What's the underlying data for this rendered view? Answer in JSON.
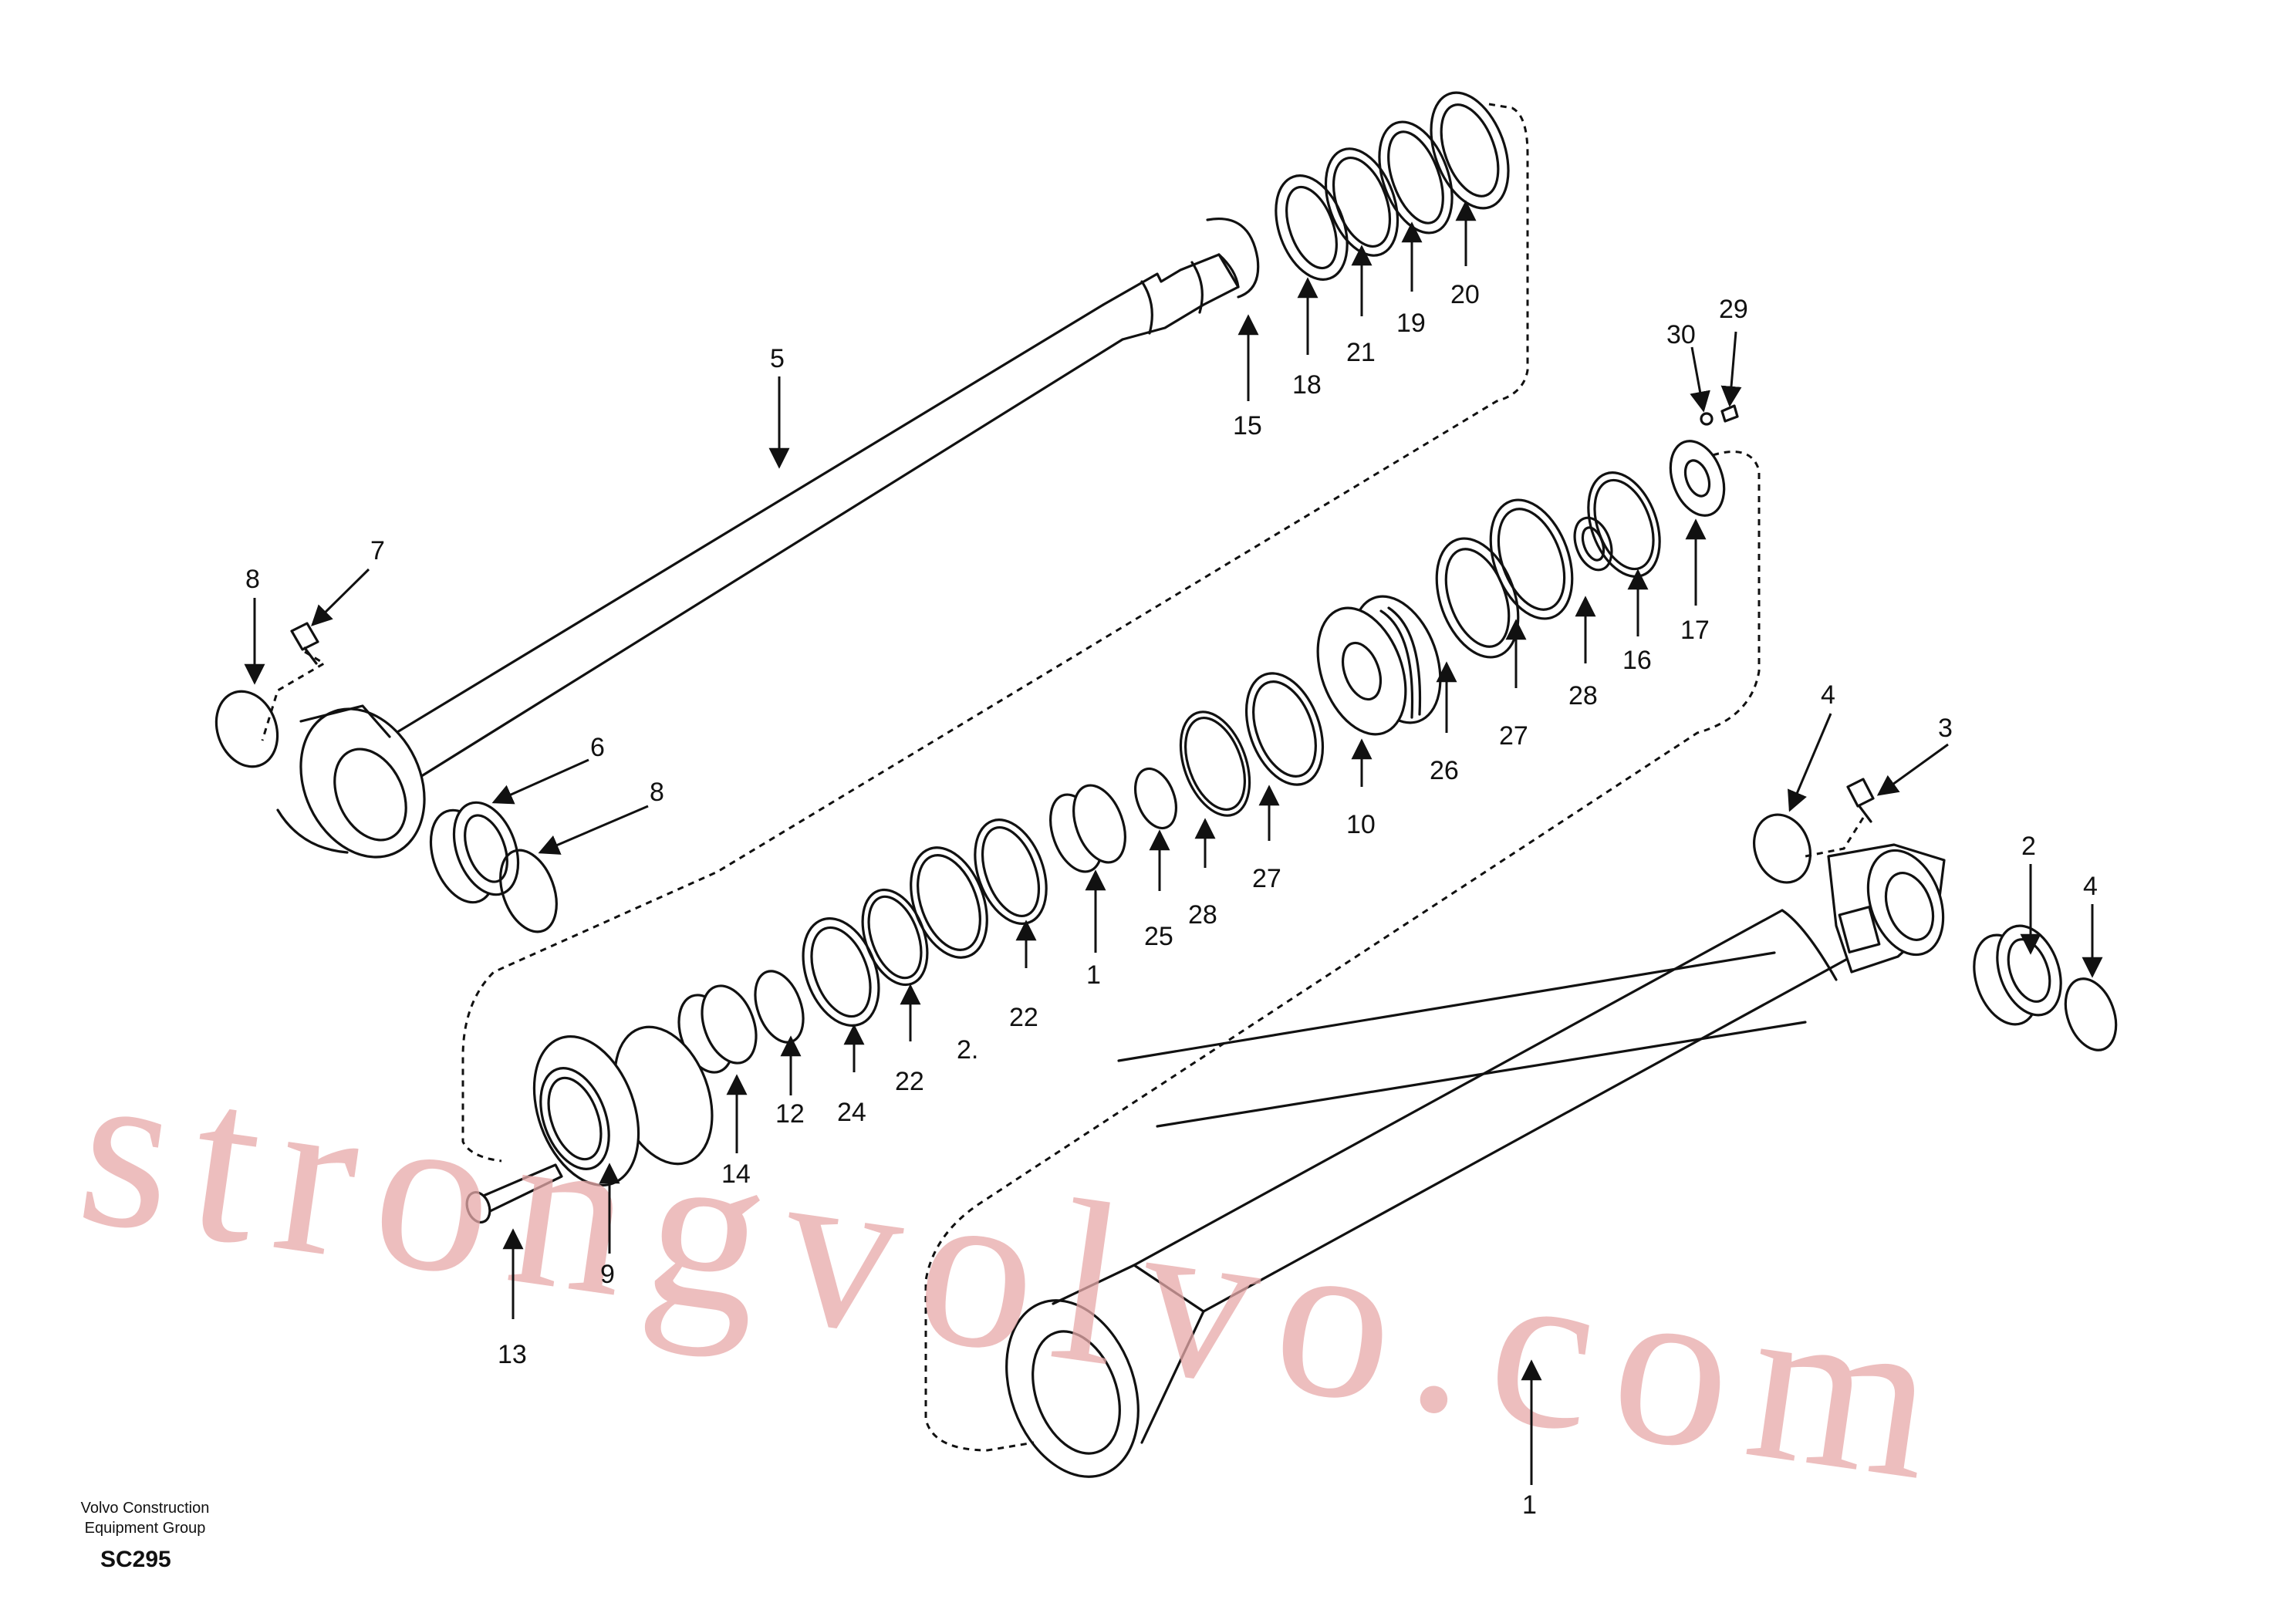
{
  "watermark": "strongvolvo.com",
  "credit": {
    "line1": "Volvo Construction",
    "line2": "Equipment Group"
  },
  "code": "SC295",
  "callouts": [
    "1",
    "2",
    "3",
    "4",
    "4",
    "5",
    "6",
    "7",
    "8",
    "8",
    "9",
    "10",
    "1",
    "12",
    "13",
    "14",
    "15",
    "16",
    "17",
    "18",
    "19",
    "20",
    "21",
    "22",
    "22",
    "22",
    "2.",
    "24",
    "25",
    "26",
    "27",
    "27",
    "28",
    "28",
    "29",
    "30"
  ]
}
